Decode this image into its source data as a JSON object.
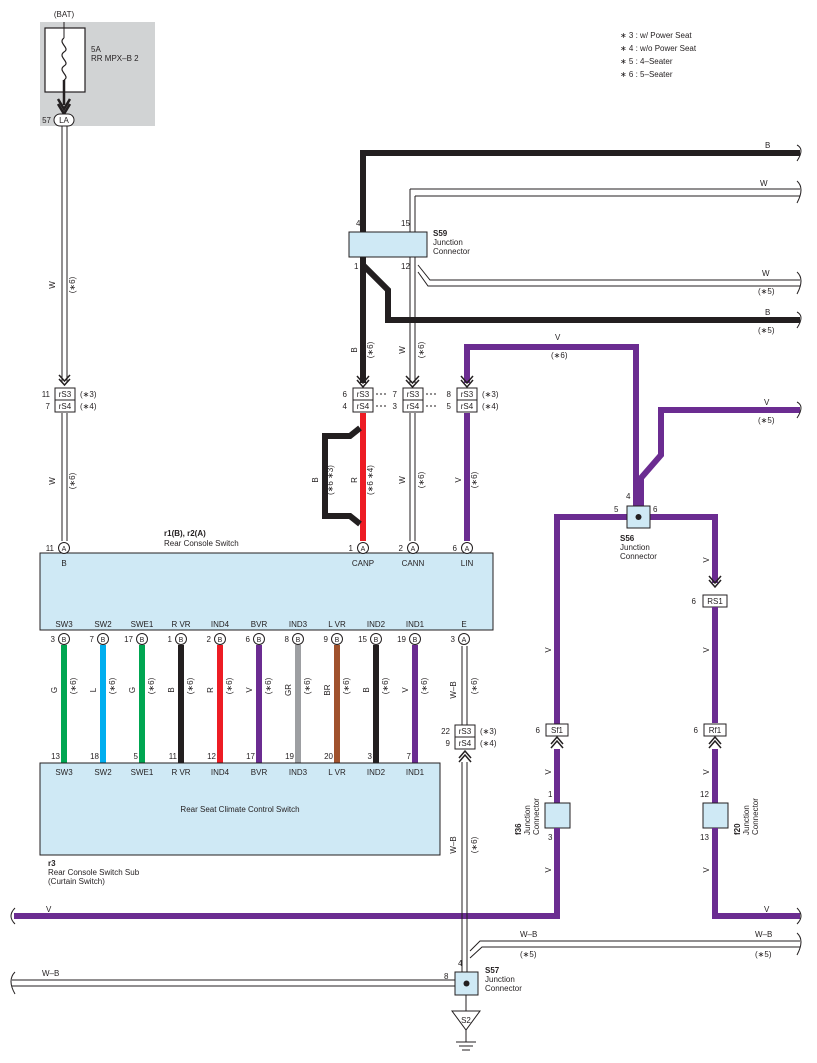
{
  "fuse": {
    "source": "(BAT)",
    "rating": "5A",
    "name": "RR MPX–B 2",
    "pin": "57",
    "pin_label": "LA"
  },
  "legend": [
    "∗ 3 : w/ Power Seat",
    "∗ 4 : w/o Power Seat",
    "∗ 5 : 4–Seater",
    "∗ 6 : 5–Seater"
  ],
  "s59": {
    "id": "S59",
    "name1": "Junction",
    "name2": "Connector",
    "pin_tl": "4",
    "pin_tr": "15",
    "pin_bl": "1",
    "pin_br": "12"
  },
  "s56": {
    "id": "S56",
    "name1": "Junction",
    "name2": "Connector",
    "pin_top": "4",
    "pin_left": "5",
    "pin_right": "6"
  },
  "s57": {
    "id": "S57",
    "name1": "Junction",
    "name2": "Connector",
    "pin_top": "4",
    "pin_left": "8"
  },
  "ground": {
    "label": "S2"
  },
  "r1": {
    "title": "r1(B), r2(A)",
    "name": "Rear Console Switch",
    "pins_top": [
      {
        "num": "11",
        "conn": "A",
        "term": "B"
      },
      {
        "num": "1",
        "conn": "A",
        "term": "CANP"
      },
      {
        "num": "2",
        "conn": "A",
        "term": "CANN"
      },
      {
        "num": "6",
        "conn": "A",
        "term": "LIN"
      }
    ],
    "pins_bottom": [
      {
        "num": "3",
        "conn": "B",
        "term": "SW3"
      },
      {
        "num": "7",
        "conn": "B",
        "term": "SW2"
      },
      {
        "num": "17",
        "conn": "B",
        "term": "SWE1"
      },
      {
        "num": "1",
        "conn": "B",
        "term": "R VR"
      },
      {
        "num": "2",
        "conn": "B",
        "term": "IND4"
      },
      {
        "num": "6",
        "conn": "B",
        "term": "BVR"
      },
      {
        "num": "8",
        "conn": "B",
        "term": "IND3"
      },
      {
        "num": "9",
        "conn": "B",
        "term": "L VR"
      },
      {
        "num": "15",
        "conn": "B",
        "term": "IND2"
      },
      {
        "num": "19",
        "conn": "B",
        "term": "IND1"
      },
      {
        "num": "3",
        "conn": "A",
        "term": "E"
      }
    ]
  },
  "r3": {
    "title": "r3",
    "name": "Rear Console Switch Sub",
    "name2": "(Curtain Switch)",
    "inner": "Rear Seat Climate Control Switch",
    "pins": [
      {
        "num": "13",
        "term": "SW3"
      },
      {
        "num": "18",
        "term": "SW2"
      },
      {
        "num": "5",
        "term": "SWE1"
      },
      {
        "num": "11",
        "term": "R VR"
      },
      {
        "num": "12",
        "term": "IND4"
      },
      {
        "num": "17",
        "term": "BVR"
      },
      {
        "num": "19",
        "term": "IND3"
      },
      {
        "num": "20",
        "term": "L VR"
      },
      {
        "num": "3",
        "term": "IND2"
      },
      {
        "num": "7",
        "term": "IND1"
      }
    ]
  },
  "bottom_wires": [
    {
      "color_code": "G",
      "note": "(∗6)",
      "hex": "#00a651"
    },
    {
      "color_code": "L",
      "note": "(∗6)",
      "hex": "#00aeef"
    },
    {
      "color_code": "G",
      "note": "(∗6)",
      "hex": "#00a651"
    },
    {
      "color_code": "B",
      "note": "(∗6)",
      "hex": "#231f20"
    },
    {
      "color_code": "R",
      "note": "(∗6)",
      "hex": "#ed1c24"
    },
    {
      "color_code": "V",
      "note": "(∗6)",
      "hex": "#6b2c91"
    },
    {
      "color_code": "GR",
      "note": "(∗6)",
      "hex": "#9d9fa2"
    },
    {
      "color_code": "BR",
      "note": "(∗6)",
      "hex": "#a0522d"
    },
    {
      "color_code": "B",
      "note": "(∗6)",
      "hex": "#231f20"
    },
    {
      "color_code": "V",
      "note": "(∗6)",
      "hex": "#6b2c91"
    }
  ],
  "inline_connectors": {
    "la_w": {
      "n1": "11",
      "c1": "rS3",
      "x1": "(∗3)",
      "n2": "7",
      "c2": "rS4",
      "x2": "(∗4)"
    },
    "canp": {
      "n1": "6",
      "c1": "rS3",
      "n2": "4",
      "c2": "rS4"
    },
    "cann": {
      "n1": "7",
      "c1": "rS3",
      "n2": "3",
      "c2": "rS4"
    },
    "lin": {
      "n1": "8",
      "c1": "rS3",
      "x1": "(∗3)",
      "n2": "5",
      "c2": "rS4",
      "x2": "(∗4)"
    },
    "ground": {
      "n1": "22",
      "c1": "rS3",
      "x1": "(∗3)",
      "n2": "9",
      "c2": "rS4",
      "x2": "(∗4)"
    },
    "rs1": {
      "n": "6",
      "c": "RS1"
    },
    "sf1": {
      "n": "6",
      "c": "Sf1"
    },
    "rf1": {
      "n": "6",
      "c": "Rf1"
    }
  },
  "f36": {
    "id": "f36",
    "name1": "Junction",
    "name2": "Connector",
    "pin_top": "1",
    "pin_bottom": "3"
  },
  "f20": {
    "id": "f20",
    "name1": "Junction",
    "name2": "Connector",
    "pin_top": "12",
    "pin_bottom": "13"
  },
  "wire_labels": {
    "b_top": "B",
    "w_top": "W",
    "w_5": "W",
    "w_5_note": "(∗5)",
    "b_5": "B",
    "b_5_note": "(∗5)",
    "v_top": "V",
    "v_top_note": "(∗6)",
    "v_5": "V",
    "v_5_note": "(∗5)",
    "la_w": "W",
    "la_w_note": "(∗6)",
    "la_w2": "W",
    "la_w2_note": "(∗6)",
    "canp_b": "B",
    "canp_b_note": "(∗6)",
    "cann_w": "W",
    "cann_w_note": "(∗6)",
    "canp_bb": "B",
    "canp_bb_note": "(∗6 ∗3)",
    "canp_r": "R",
    "canp_r_note": "(∗6 ∗4)",
    "cann_w2": "W",
    "cann_w2_note": "(∗6)",
    "lin_v": "V",
    "lin_v_note": "(∗6)",
    "e_wb": "W–B",
    "e_wb_note": "(∗6)",
    "e_wb2": "W–B",
    "e_wb2_note": "(∗6)",
    "v_col": "V",
    "v_bottom": "V",
    "v_bottom_r": "V",
    "wb_r": "W–B",
    "wb_r_note": "(∗5)",
    "wb_mid": "W–B",
    "wb_mid_note": "(∗5)",
    "wb_left": "W–B"
  },
  "colors": {
    "black": "#231f20",
    "violet": "#6b2c91",
    "red": "#ed1c24",
    "box_fill": "#cfe9f5",
    "fuse_bg": "#d1d3d4"
  }
}
